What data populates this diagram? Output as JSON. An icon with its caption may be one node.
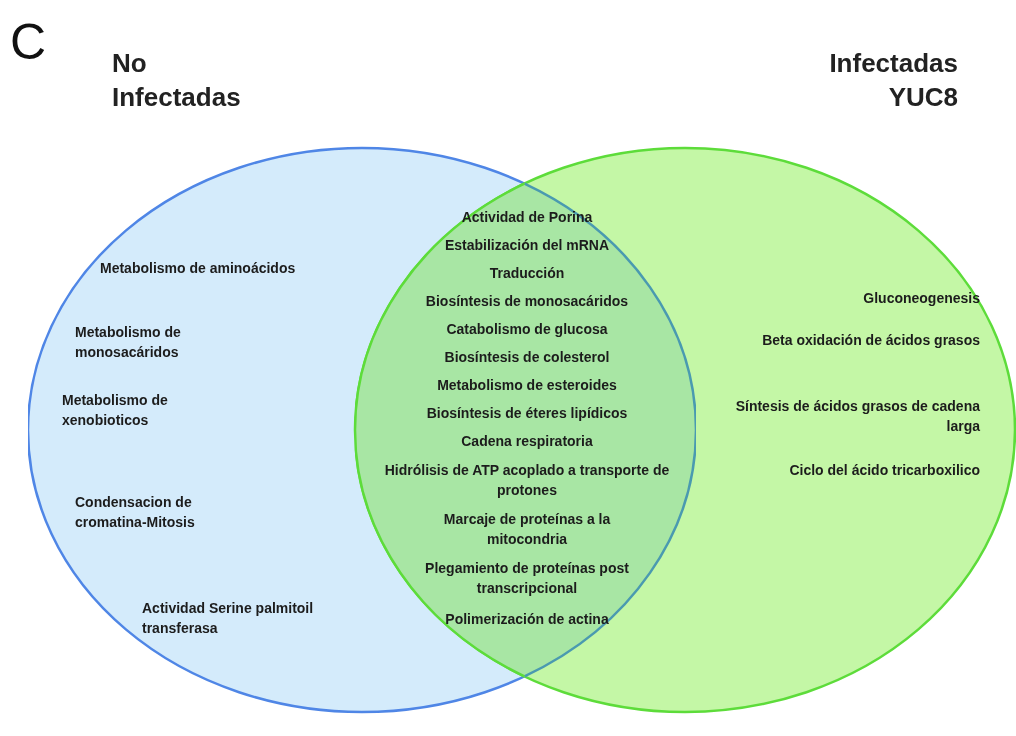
{
  "diagram": {
    "nodes": [
      {
        "text": [
          "No Infectadas",
          "Metabolismo de aminoácidos",
          "Metabolismo de monosacáridos",
          "Metabolismo de xenobioticos",
          "Condensacion de cromatina-Mitosis",
          "Actividad Serine palmitoil transferasa"
        ]
      },
      {
        "text": [
          "Infectadas YUC8",
          "Gluconeogenesis",
          "Beta oxidación de ácidos grasos",
          "Síntesis de ácidos grasos de cadena larga",
          "Ciclo del ácido tricarboxilico"
        ]
      },
      {
        "text": [
          "Actividad de Porina",
          "Estabilización del mRNA",
          "Traducción",
          "Biosíntesis de monosacáridos",
          "Catabolismo de glucosa",
          "Biosíntesis de colesterol",
          "Metabolismo de esteroides",
          "Biosíntesis de éteres lipídicos",
          "Cadena respiratoria",
          "Hidrólisis de ATP acoplado a transporte de protones",
          "Marcaje de proteínas a la mitocondria",
          "Plegamiento de proteínas post transcripcional",
          "Polimerización de actina"
        ]
      }
    ],
    "labels": [
      "C"
    ]
  }
}
